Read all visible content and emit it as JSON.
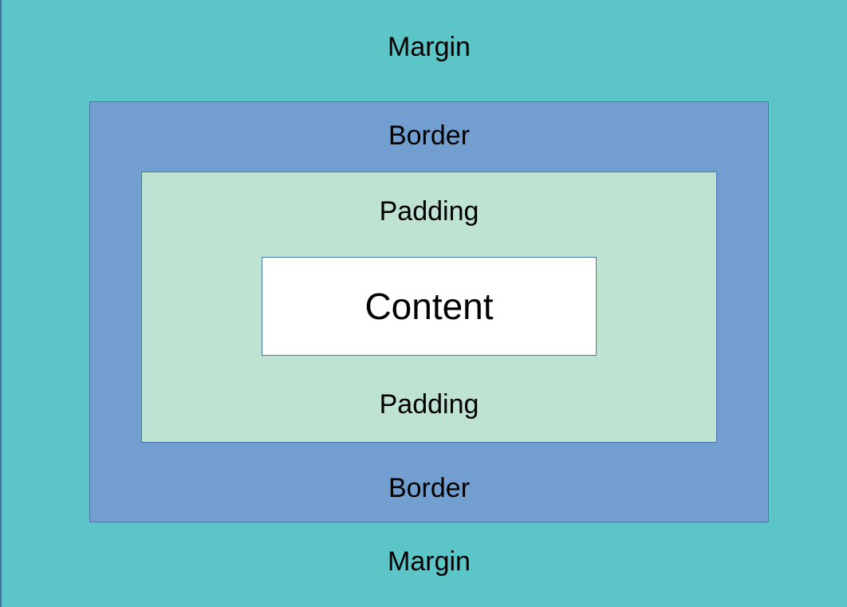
{
  "labels": {
    "margin_top": "Margin",
    "border_top": "Border",
    "padding_top": "Padding",
    "content": "Content",
    "padding_bottom": "Padding",
    "border_bottom": "Border",
    "margin_bottom": "Margin"
  },
  "colors": {
    "margin": "#5bc5c7",
    "border": "#739fd0",
    "padding": "#bfe3d3",
    "content": "#ffffff",
    "outline": "#4a77aa"
  }
}
